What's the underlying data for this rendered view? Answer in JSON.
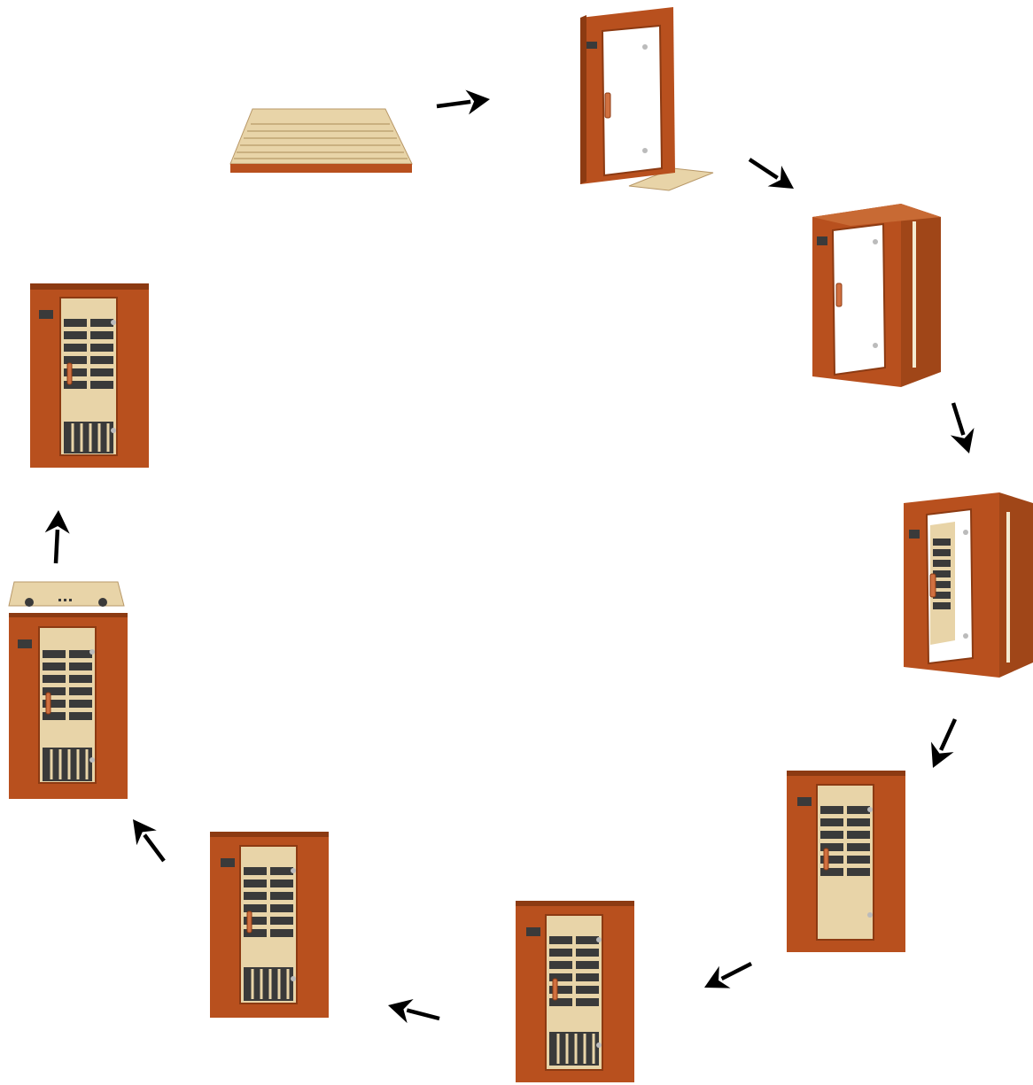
{
  "diagram": {
    "type": "assembly-cycle",
    "subject": "infrared sauna",
    "colors": {
      "wood": "#b8501e",
      "wood_dark": "#8c3a12",
      "wood_light": "#d06a30",
      "pine": "#e8d4a8",
      "pine_dark": "#c9b080",
      "heater": "#3a3a3a",
      "arrow": "#000000"
    },
    "steps": [
      {
        "id": 1,
        "stage": "floor"
      },
      {
        "id": 2,
        "stage": "floor-and-front-panel"
      },
      {
        "id": 3,
        "stage": "side-and-back-walls"
      },
      {
        "id": 4,
        "stage": "interior-heaters"
      },
      {
        "id": 5,
        "stage": "bench-installed-front"
      },
      {
        "id": 6,
        "stage": "lower-heater-installed"
      },
      {
        "id": 7,
        "stage": "full-heaters-front"
      },
      {
        "id": 8,
        "stage": "roof-being-placed"
      },
      {
        "id": 9,
        "stage": "completed-sauna"
      }
    ],
    "arrows": [
      {
        "from": 1,
        "to": 2,
        "direction": "right"
      },
      {
        "from": 2,
        "to": 3,
        "direction": "down-right"
      },
      {
        "from": 3,
        "to": 4,
        "direction": "down"
      },
      {
        "from": 4,
        "to": 5,
        "direction": "down-left"
      },
      {
        "from": 5,
        "to": 6,
        "direction": "down-left"
      },
      {
        "from": 6,
        "to": 7,
        "direction": "left"
      },
      {
        "from": 7,
        "to": 8,
        "direction": "up-left"
      },
      {
        "from": 8,
        "to": 9,
        "direction": "up"
      }
    ]
  }
}
